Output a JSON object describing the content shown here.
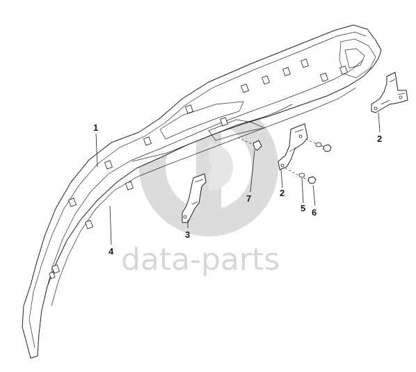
{
  "diagram": {
    "watermark": {
      "text": "data-parts",
      "color": "#d7d7d7"
    },
    "callouts": [
      {
        "id": "callout-1-left",
        "label": "1"
      },
      {
        "id": "callout-4",
        "label": "4"
      },
      {
        "id": "callout-3",
        "label": "3"
      },
      {
        "id": "callout-7",
        "label": "7"
      },
      {
        "id": "callout-2-center",
        "label": "2"
      },
      {
        "id": "callout-5",
        "label": "5"
      },
      {
        "id": "callout-6",
        "label": "6"
      },
      {
        "id": "callout-2-right",
        "label": "2"
      }
    ],
    "colors": {
      "line": "#1e1e1e",
      "background": "#ffffff"
    }
  }
}
